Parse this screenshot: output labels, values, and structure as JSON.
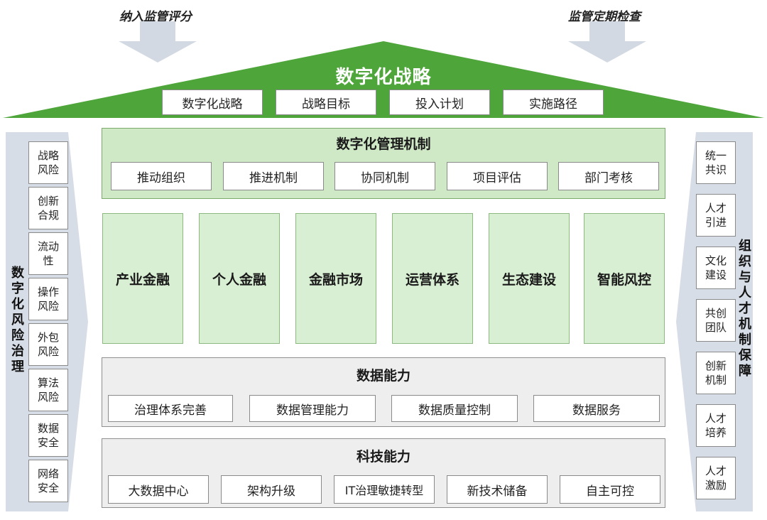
{
  "top_labels": {
    "left": "纳入监管评分",
    "right": "监管定期检查"
  },
  "roof": {
    "title": "数字化战略",
    "items": [
      "数字化战略",
      "战略目标",
      "投入计划",
      "实施路径"
    ]
  },
  "management": {
    "title": "数字化管理机制",
    "items": [
      "推动组织",
      "推进机制",
      "协同机制",
      "项目评估",
      "部门考核"
    ]
  },
  "pillars": [
    "产业金融",
    "个人金融",
    "金融市场",
    "运营体系",
    "生态建设",
    "智能风控"
  ],
  "data_capability": {
    "title": "数据能力",
    "items": [
      "治理体系完善",
      "数据管理能力",
      "数据质量控制",
      "数据服务"
    ]
  },
  "tech_capability": {
    "title": "科技能力",
    "items": [
      "大数据中心",
      "架构升级",
      "IT治理敏捷转型",
      "新技术储备",
      "自主可控"
    ]
  },
  "left_side": {
    "title_chars": [
      "数",
      "字",
      "化",
      "风",
      "险",
      "治",
      "理"
    ],
    "items": [
      [
        "战略",
        "风险"
      ],
      [
        "创新",
        "合规"
      ],
      [
        "流动",
        "性"
      ],
      [
        "操作",
        "风险"
      ],
      [
        "外包",
        "风险"
      ],
      [
        "算法",
        "风险"
      ],
      [
        "数据",
        "安全"
      ],
      [
        "网络",
        "安全"
      ]
    ]
  },
  "right_side": {
    "title_chars": [
      "组",
      "织",
      "与",
      "人",
      "才",
      "机",
      "制",
      "保",
      "障"
    ],
    "items": [
      [
        "统一",
        "共识"
      ],
      [
        "人才",
        "引进"
      ],
      [
        "文化",
        "建设"
      ],
      [
        "共创",
        "团队"
      ],
      [
        "创新",
        "机制"
      ],
      [
        "人才",
        "培养"
      ],
      [
        "人才",
        "激励"
      ]
    ]
  },
  "colors": {
    "roof_green": "#4ea53a",
    "management_green": "#cfe8c6",
    "pillar_green": "#d9efd3",
    "side_blue_gray": "#d7dde6",
    "arrow_blue_gray": "#d3d9e2"
  }
}
